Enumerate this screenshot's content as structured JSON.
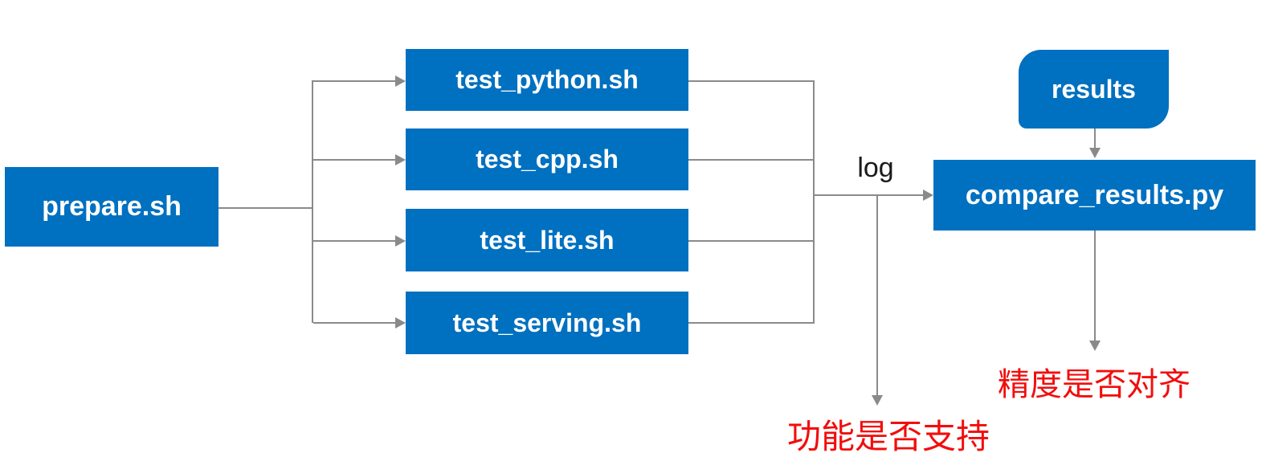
{
  "diagram": {
    "nodes": {
      "prepare": {
        "label": "prepare.sh"
      },
      "test_python": {
        "label": "test_python.sh"
      },
      "test_cpp": {
        "label": "test_cpp.sh"
      },
      "test_lite": {
        "label": "test_lite.sh"
      },
      "test_serving": {
        "label": "test_serving.sh"
      },
      "results": {
        "label": "results"
      },
      "compare_results": {
        "label": "compare_results.py"
      }
    },
    "edge_labels": {
      "log": "log"
    },
    "annotations": {
      "function_support": "功能是否支持",
      "accuracy_alignment": "精度是否对齐"
    },
    "colors": {
      "node_fill": "#0070c0",
      "node_text": "#ffffff",
      "line": "#8a8a8a",
      "annotation_red": "#f20d0d",
      "edge_label_text": "#1a1a1a",
      "background": "#ffffff"
    }
  }
}
